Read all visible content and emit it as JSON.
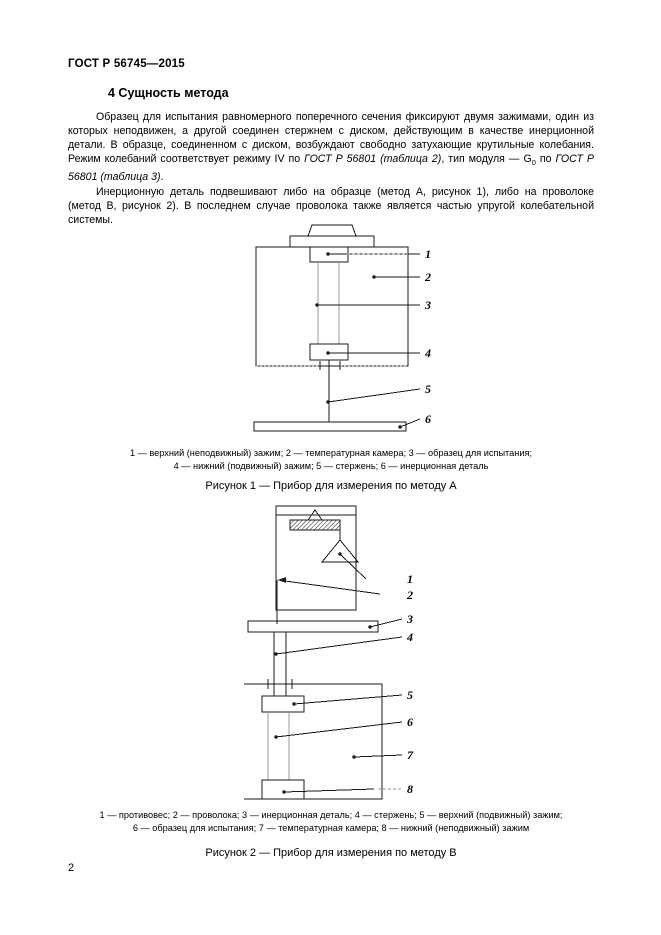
{
  "document": {
    "standard_header": "ГОСТ Р 56745—2015",
    "page_number": "2"
  },
  "section": {
    "title": "4 Сущность метода"
  },
  "body": {
    "paragraph_1_part_a": "Образец для испытания равномерного поперечного сечения фиксируют двумя зажимами, один из которых неподвижен, а другой соединен стержнем с диском, действующим в качестве инерционной детали. В образце, соединенном с диском, возбуждают свободно затухающие крутильные колебания. Режим колебаний соответствует режиму IV по ",
    "paragraph_1_ital_1": "ГОСТ Р 56801 (таблица 2)",
    "paragraph_1_part_b": ", тип модуля — G",
    "paragraph_1_sub": "0",
    "paragraph_1_part_c": " по ",
    "paragraph_1_ital_2": "ГОСТ Р 56801 (таблица 3)",
    "paragraph_1_part_d": ".",
    "paragraph_2": "Инерционную деталь подвешивают либо на образце (метод А, рисунок 1), либо на проволоке (метод В, рисунок 2). В последнем случае проволока также является частью упругой колебательной системы."
  },
  "figure_1": {
    "callouts": [
      "1",
      "2",
      "3",
      "4",
      "5",
      "6"
    ],
    "legend_line_1": "1 — верхний (неподвижный) зажим; 2 — температурная камера; 3 — образец для испытания;",
    "legend_line_2": "4 — нижний (подвижный) зажим; 5 — стержень; 6 — инерционная деталь",
    "title": "Рисунок 1 — Прибор для измерения по методу А"
  },
  "figure_2": {
    "callouts": [
      "1",
      "2",
      "3",
      "4",
      "5",
      "6",
      "7",
      "8"
    ],
    "legend_line_1": "1 — противовес; 2 — проволока; 3 — инерционная деталь; 4 — стержень; 5 — верхний (подвижный) зажим;",
    "legend_line_2": "6 — образец для испытания; 7 — температурная камера; 8 — нижний (неподвижный) зажим",
    "title": "Рисунок 2 — Прибор для измерения по методу В"
  },
  "colors": {
    "ink": "#000000",
    "line": "#1a1a1a",
    "light_line": "#9a9a9a",
    "paper": "#ffffff"
  }
}
